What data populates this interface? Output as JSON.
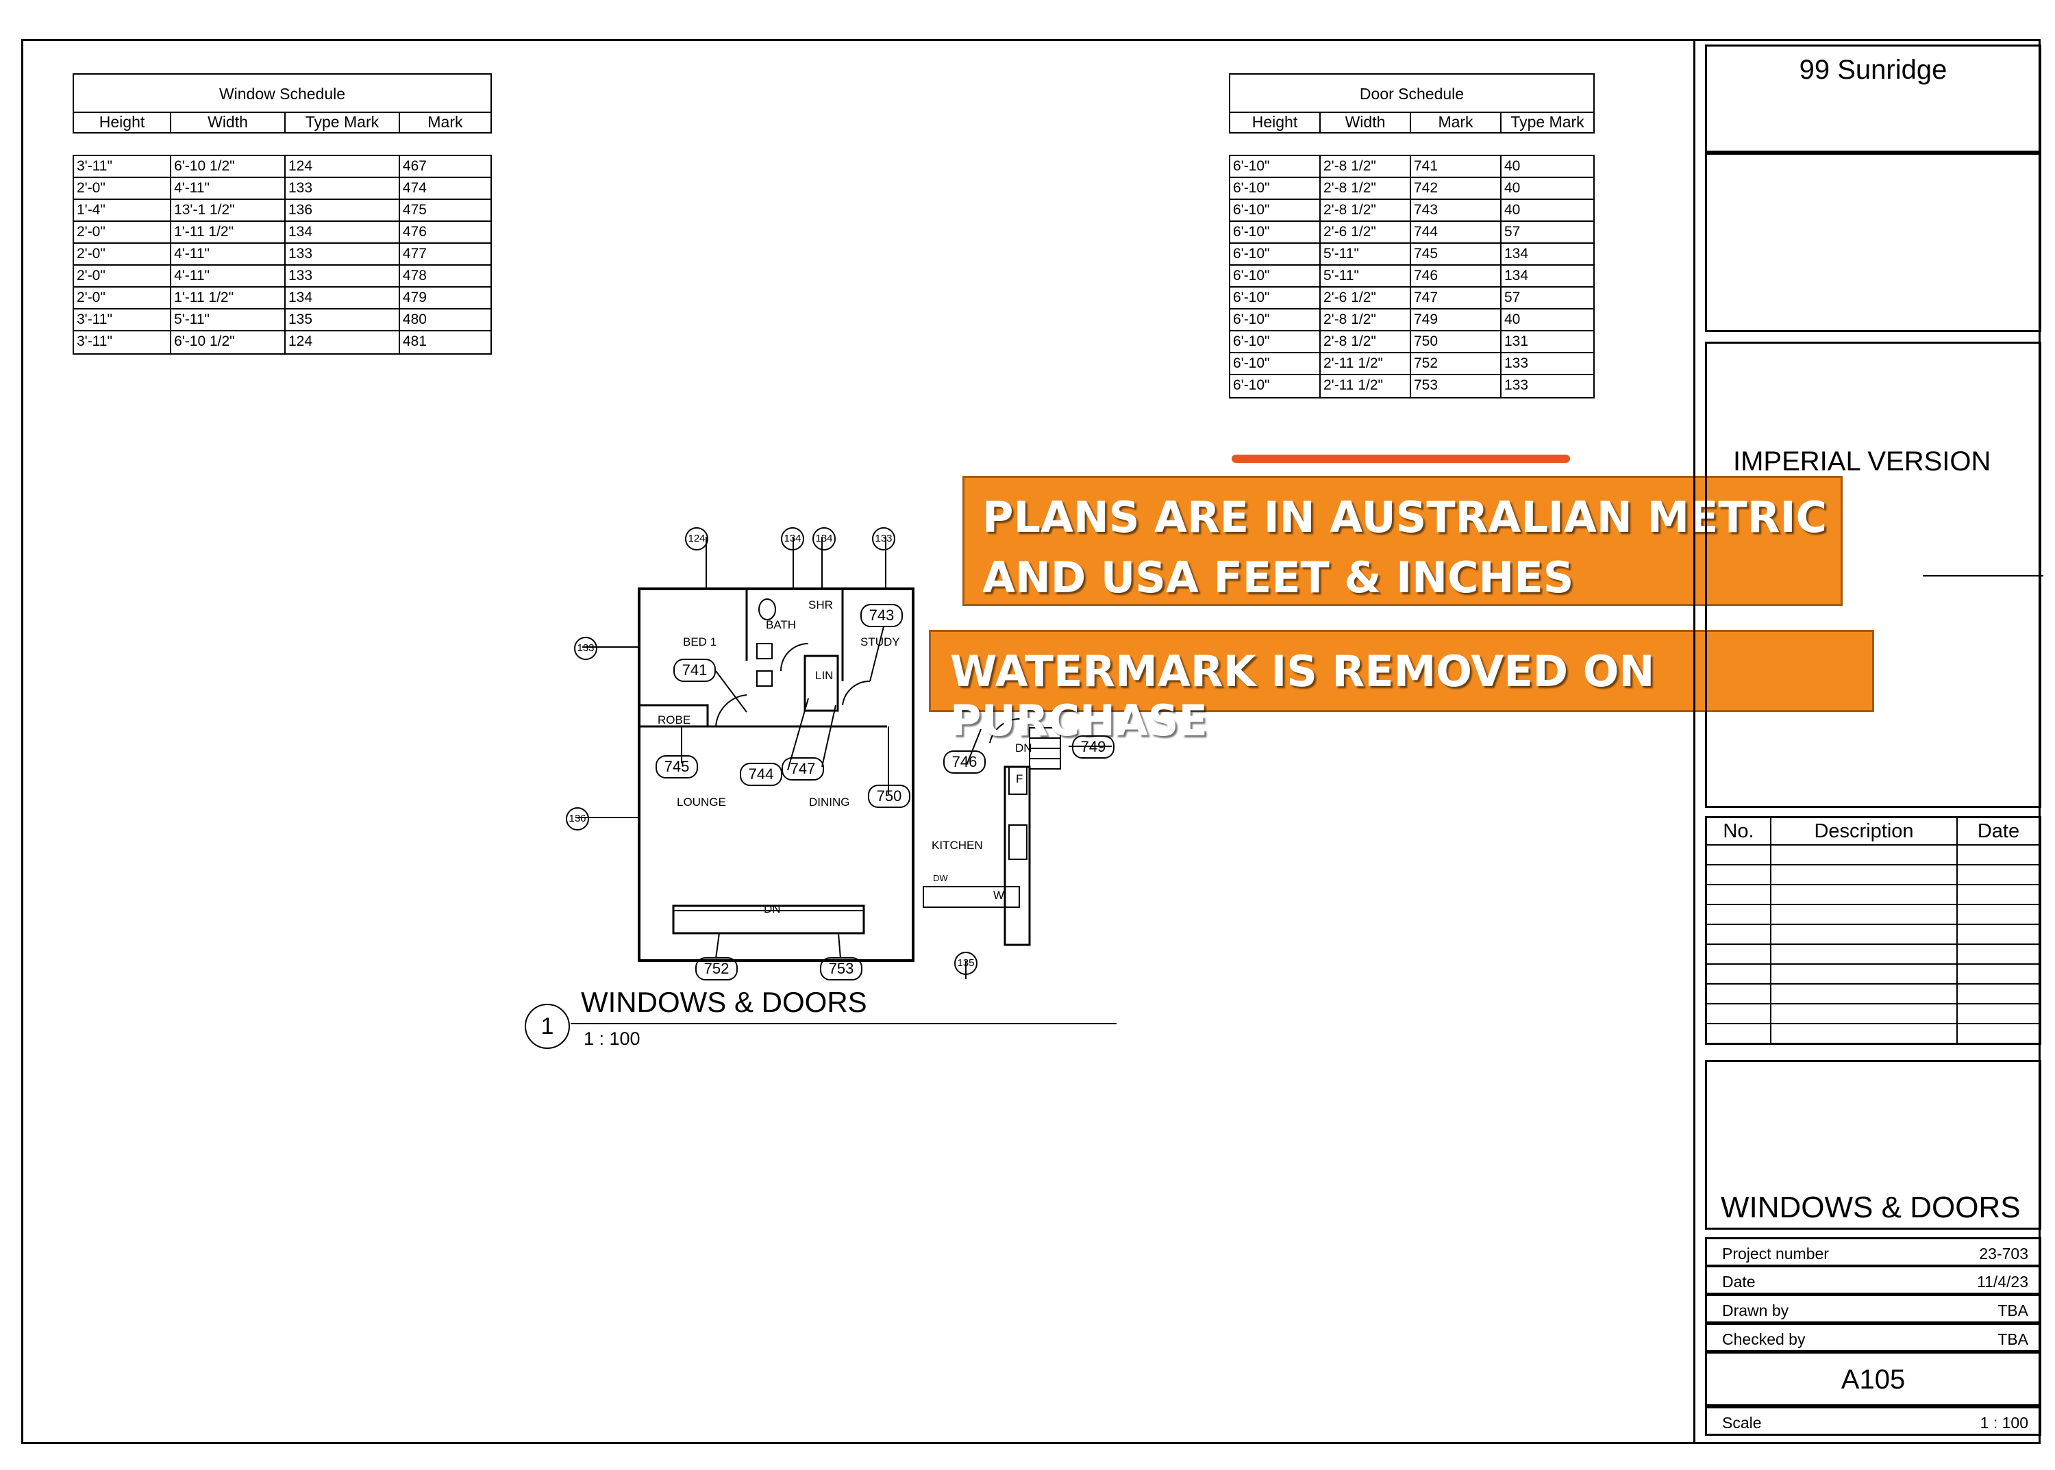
{
  "window_schedule": {
    "title": "Window Schedule",
    "headers": [
      "Height",
      "Width",
      "Type Mark",
      "Mark"
    ],
    "rows": [
      [
        "3'-11\"",
        "6'-10 1/2\"",
        "124",
        "467"
      ],
      [
        "2'-0\"",
        "4'-11\"",
        "133",
        "474"
      ],
      [
        "1'-4\"",
        "13'-1 1/2\"",
        "136",
        "475"
      ],
      [
        "2'-0\"",
        "1'-11 1/2\"",
        "134",
        "476"
      ],
      [
        "2'-0\"",
        "4'-11\"",
        "133",
        "477"
      ],
      [
        "2'-0\"",
        "4'-11\"",
        "133",
        "478"
      ],
      [
        "2'-0\"",
        "1'-11 1/2\"",
        "134",
        "479"
      ],
      [
        "3'-11\"",
        "5'-11\"",
        "135",
        "480"
      ],
      [
        "3'-11\"",
        "6'-10 1/2\"",
        "124",
        "481"
      ]
    ]
  },
  "door_schedule": {
    "title": "Door Schedule",
    "headers": [
      "Height",
      "Width",
      "Mark",
      "Type Mark"
    ],
    "rows": [
      [
        "6'-10\"",
        "2'-8 1/2\"",
        "741",
        "40"
      ],
      [
        "6'-10\"",
        "2'-8 1/2\"",
        "742",
        "40"
      ],
      [
        "6'-10\"",
        "2'-8 1/2\"",
        "743",
        "40"
      ],
      [
        "6'-10\"",
        "2'-6 1/2\"",
        "744",
        "57"
      ],
      [
        "6'-10\"",
        "5'-11\"",
        "745",
        "134"
      ],
      [
        "6'-10\"",
        "5'-11\"",
        "746",
        "134"
      ],
      [
        "6'-10\"",
        "2'-6 1/2\"",
        "747",
        "57"
      ],
      [
        "6'-10\"",
        "2'-8 1/2\"",
        "749",
        "40"
      ],
      [
        "6'-10\"",
        "2'-8 1/2\"",
        "750",
        "131"
      ],
      [
        "6'-10\"",
        "2'-11 1/2\"",
        "752",
        "133"
      ],
      [
        "6'-10\"",
        "2'-11 1/2\"",
        "753",
        "133"
      ]
    ]
  },
  "banners": {
    "line1": "PLANS ARE IN AUSTRALIAN METRIC",
    "line2": "AND USA FEET  & INCHES",
    "line3": "WATERMARK IS REMOVED ON PURCHASE",
    "color": "#f28a1e"
  },
  "plan": {
    "rooms": {
      "bed1": "BED 1",
      "bath": "BATH",
      "shr": "SHR",
      "study": "STUDY",
      "lin": "LIN",
      "robe": "ROBE",
      "lounge": "LOUNGE",
      "dining": "DINING",
      "kitchen": "KITCHEN",
      "dn1": "DN",
      "dn2": "DN",
      "f": "F",
      "dw": "DW",
      "w": "W"
    },
    "window_tags": {
      "t1": "124",
      "t2": "134",
      "t3": "134",
      "t4": "133",
      "t5": "133",
      "t6": "136",
      "t7": "135"
    },
    "door_tags": {
      "d741": "741",
      "d743": "743",
      "d745": "745",
      "d744": "744",
      "d747": "747",
      "d750": "750",
      "d746": "746",
      "d749": "749",
      "d752": "752",
      "d753": "753"
    },
    "view_number": "1",
    "view_title": "WINDOWS & DOORS",
    "view_scale": "1 : 100"
  },
  "title_block": {
    "project_name": "99 Sunridge",
    "version": "IMPERIAL VERSION",
    "revision_headers": {
      "no": "No.",
      "description": "Description",
      "date": "Date"
    },
    "sheet_name": "WINDOWS & DOORS",
    "project_number_label": "Project number",
    "project_number": "23-703",
    "date_label": "Date",
    "date": "11/4/23",
    "drawn_by_label": "Drawn by",
    "drawn_by": "TBA",
    "checked_by_label": "Checked by",
    "checked_by": "TBA",
    "sheet_number": "A105",
    "scale_label": "Scale",
    "scale": "1 : 100"
  }
}
